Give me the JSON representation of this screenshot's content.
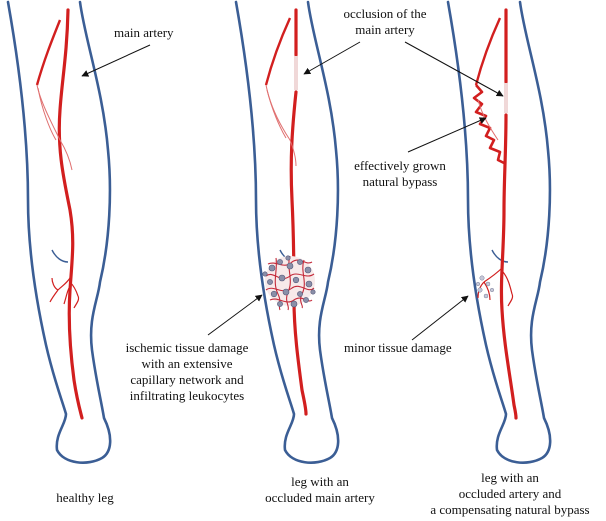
{
  "labels": {
    "main_artery": "main artery",
    "occlusion": [
      "occlusion of the",
      "main artery"
    ],
    "bypass": [
      "effectively grown",
      "natural bypass"
    ],
    "ischemic": [
      "ischemic tissue damage",
      "with an extensive",
      "capillary network and",
      "infiltrating leukocytes"
    ],
    "minor": "minor tissue damage"
  },
  "captions": {
    "healthy": "healthy leg",
    "occluded": [
      "leg with an",
      "occluded main artery"
    ],
    "compensated": [
      "leg with an",
      "occluded artery and",
      "a compensating natural bypass"
    ]
  },
  "colors": {
    "outline": "#3b5e95",
    "artery": "#d21f1f",
    "vessel_thin": "#e07070",
    "damage": "#c42a3a",
    "cell": "#8a8fa8",
    "occlusion_gap": "#f0d8d8",
    "text": "#111111"
  }
}
